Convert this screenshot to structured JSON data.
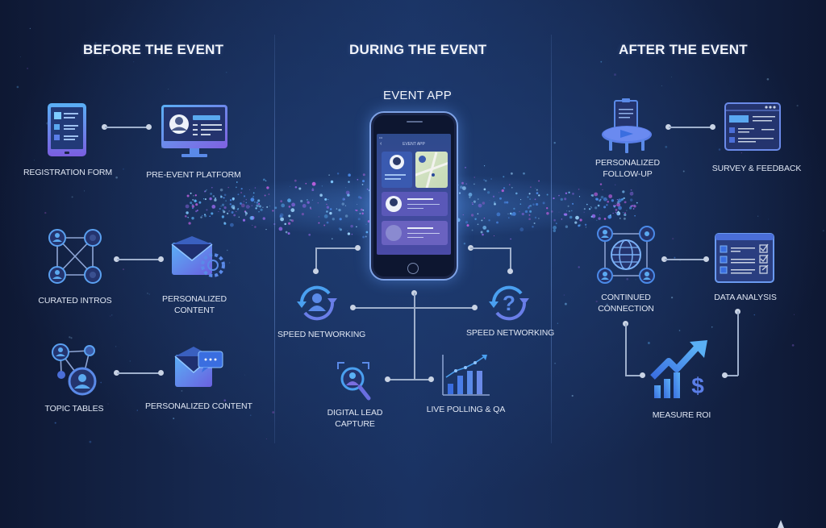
{
  "sections": {
    "before": {
      "title": "BEFORE THE EVENT",
      "items": [
        {
          "label": "REGISTRATION FORM",
          "icon": "tablet-form-icon"
        },
        {
          "label": "PRE-EVENT PLATFORM",
          "icon": "monitor-profile-icon"
        },
        {
          "label": "CURATED INTROS",
          "icon": "network-people-icon"
        },
        {
          "label_line1": "PERSONALIZED",
          "label_line2": "CONTENT",
          "icon": "envelope-gear-icon"
        },
        {
          "label": "TOPIC TABLES",
          "icon": "people-cluster-icon"
        },
        {
          "label": "PERSONALIZED CONTENT",
          "icon": "envelope-chat-icon"
        }
      ]
    },
    "during": {
      "title": "DURING THE EVENT",
      "app_title": "EVENT APP",
      "phone_screen_title": "EVENT APP",
      "items": [
        {
          "label": "SPEED NETWORKING",
          "icon": "cycle-person-icon"
        },
        {
          "label": "SPEED NETWORKING",
          "icon": "cycle-question-icon"
        },
        {
          "label_line1": "DIGITAL LEAD",
          "label_line2": "CAPTURE",
          "icon": "scan-search-person-icon"
        },
        {
          "label": "LIVE POLLING & QA",
          "icon": "bar-chart-trend-icon"
        }
      ]
    },
    "after": {
      "title": "AFTER THE EVENT",
      "items": [
        {
          "label_line1": "PERSONALIZED",
          "label_line2": "FOLLOW-UP",
          "icon": "clipboard-table-icon"
        },
        {
          "label": "SURVEY & FEEDBACK",
          "icon": "browser-form-icon"
        },
        {
          "label_line1": "CONTINUED",
          "label_line2": "CONNECTION",
          "icon": "globe-network-icon"
        },
        {
          "label": "DATA ANALYSIS",
          "icon": "checklist-window-icon"
        },
        {
          "label": "MEASURE ROI",
          "icon": "growth-dollar-icon"
        }
      ]
    }
  },
  "colors": {
    "background_center": "#1a3262",
    "background_edge": "#0e1833",
    "icon_blue": "#4f8ff0",
    "icon_purple": "#7a5ee0",
    "connector": "#9fb0cc",
    "text": "#dfe6f3"
  }
}
